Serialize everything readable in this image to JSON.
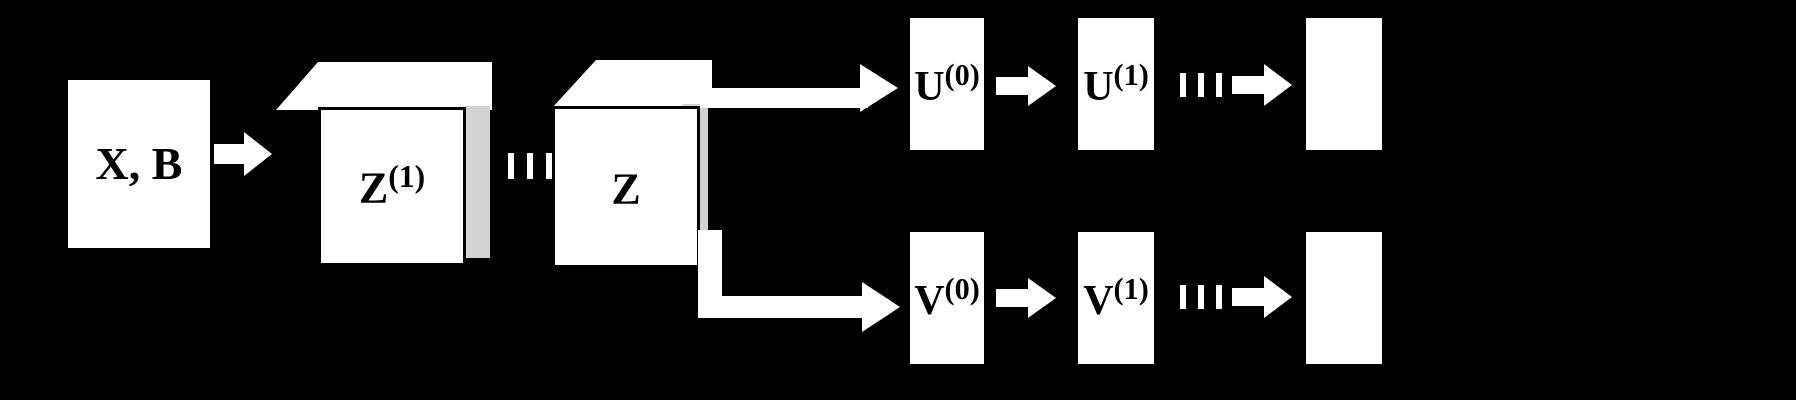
{
  "diagram": {
    "background_color": "#000000",
    "block_color": "#ffffff",
    "cube_side_color": "#d2d2d2",
    "text_color": "#000000",
    "blocks": {
      "input": {
        "label": "X, B"
      },
      "z1": {
        "base": "Z",
        "sup": "(1)"
      },
      "z": {
        "base": "Z",
        "sup": ""
      },
      "u0": {
        "base": "U",
        "sup": "(0)"
      },
      "u1": {
        "base": "U",
        "sup": "(1)"
      },
      "u_last": {
        "label": ""
      },
      "v0": {
        "base": "V",
        "sup": "(0)"
      },
      "v1": {
        "base": "V",
        "sup": "(1)"
      },
      "v_last": {
        "label": ""
      }
    },
    "ellipses": {
      "glyph": "|||",
      "count": 3,
      "meaning": "repeated-layers-ellipsis"
    },
    "arrows": {
      "input_to_z1": "arrow-right",
      "z1_to_z": "arrow-right",
      "z_to_u0": "arrow-right",
      "z_to_v0": "elbow-arrow-right",
      "u0_to_u1": "arrow-right",
      "u1_to_ulast": "arrow-right",
      "v0_to_v1": "arrow-right",
      "v1_to_vlast": "arrow-right"
    }
  }
}
